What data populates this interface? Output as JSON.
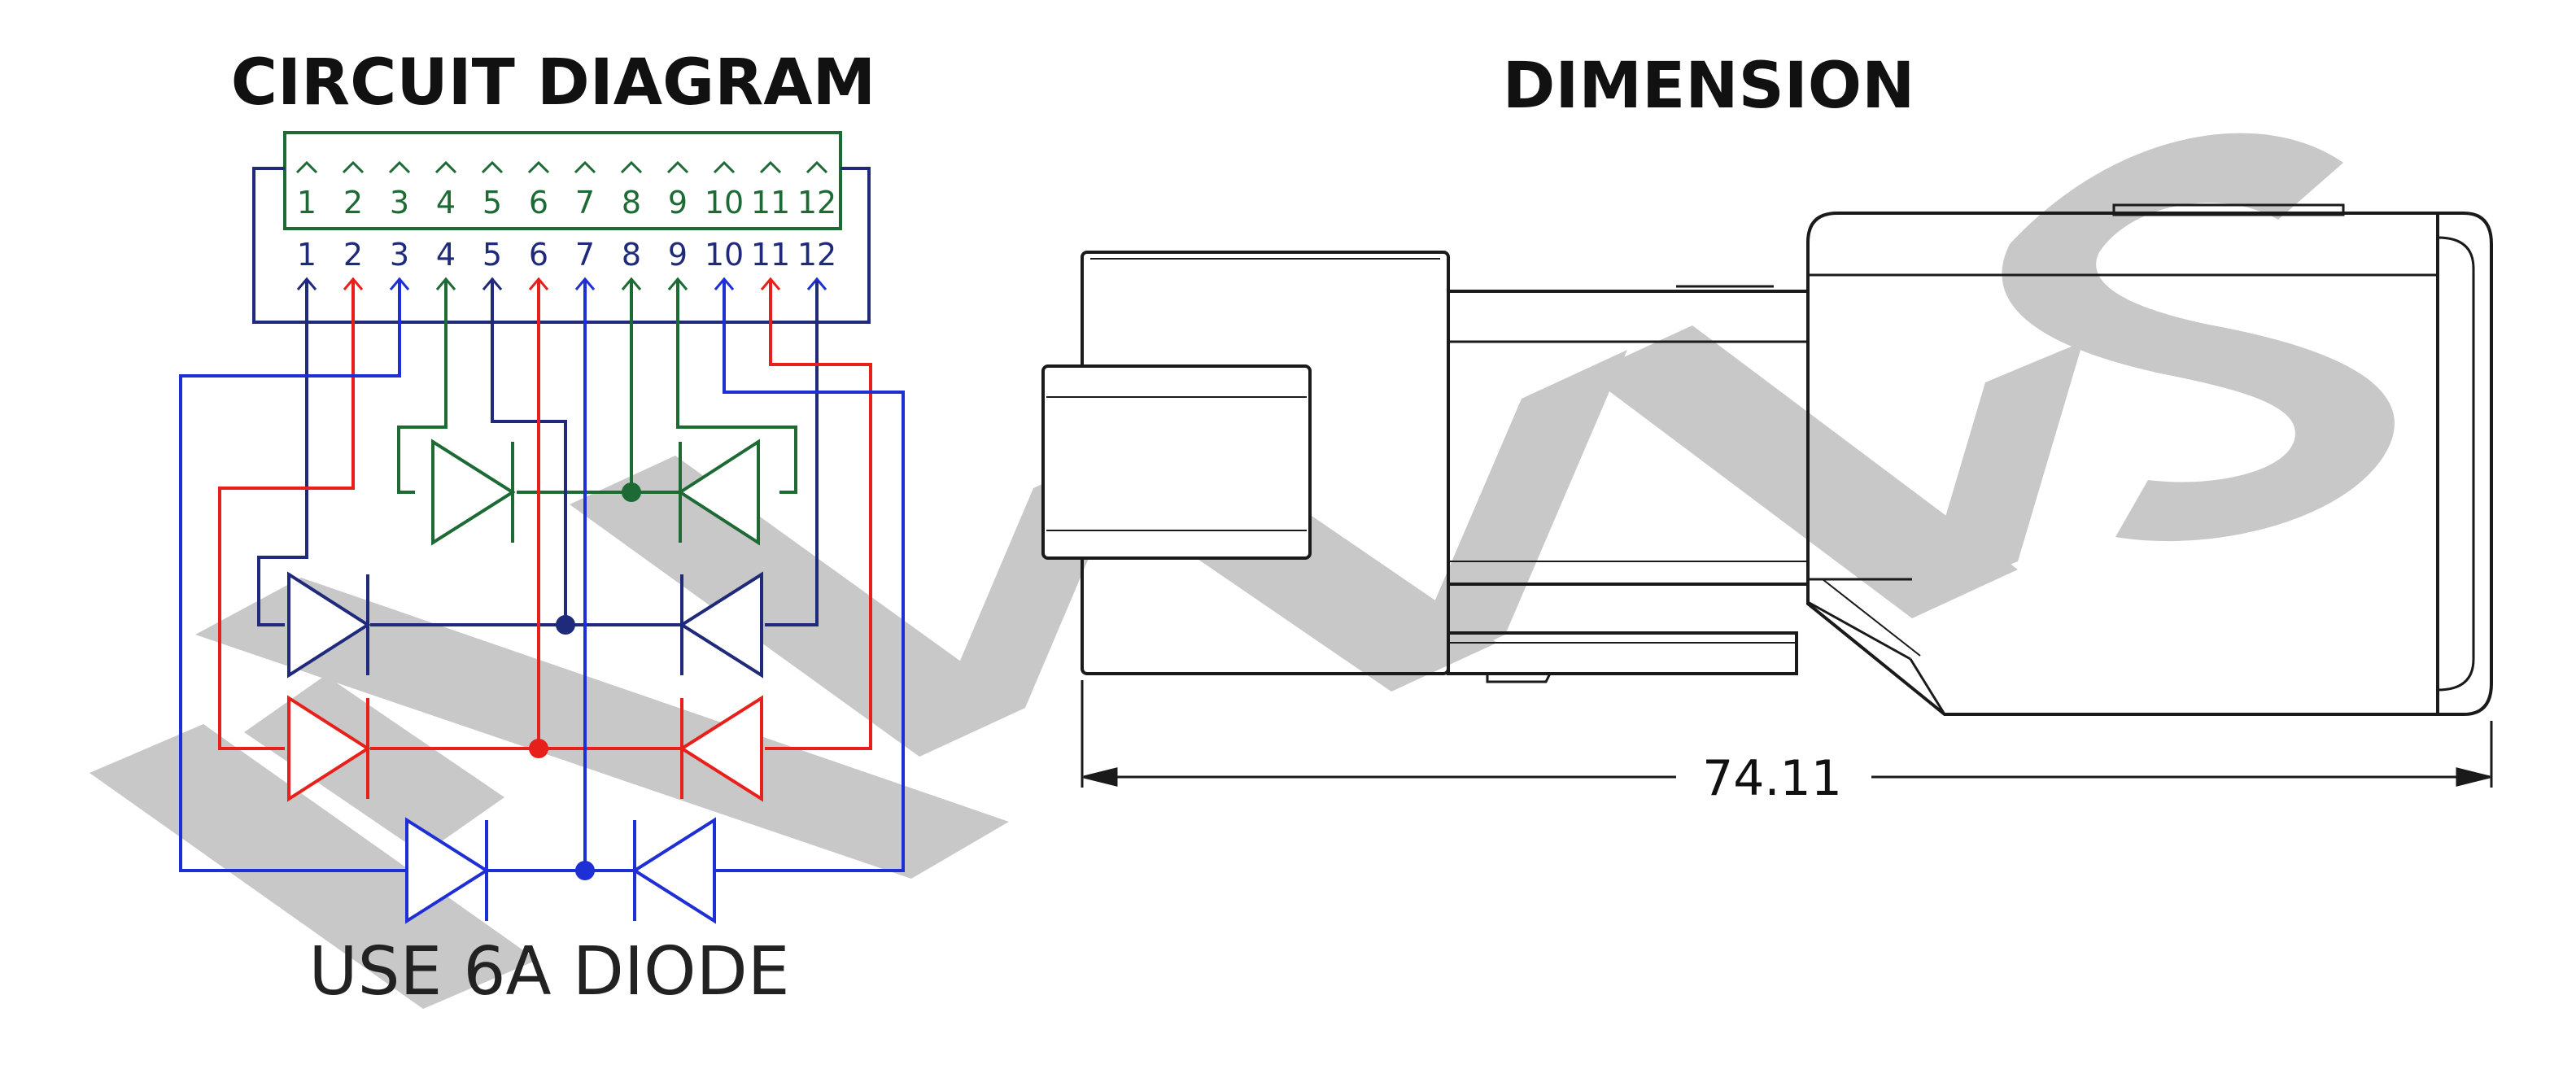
{
  "circuit": {
    "title": "CIRCUIT DIAGRAM",
    "note": "USE 6A DIODE",
    "pins_top": [
      "1",
      "2",
      "3",
      "4",
      "5",
      "6",
      "7",
      "8",
      "9",
      "10",
      "11",
      "12"
    ],
    "pins_bottom": [
      "1",
      "2",
      "3",
      "4",
      "5",
      "6",
      "7",
      "8",
      "9",
      "10",
      "11",
      "12"
    ]
  },
  "dimension": {
    "title": "DIMENSION",
    "length_label": "74.11"
  },
  "watermark": {
    "text": "HWMS"
  },
  "colors": {
    "navy": "#1f2a7a",
    "red": "#e8201c",
    "green": "#1d6a34",
    "blue": "#1f2fd6",
    "outline": "#1a1a1a",
    "watermark": "#c8c8c8"
  },
  "icons": {
    "diode": "diode-symbol-icon",
    "junction": "junction-dot-icon",
    "pin_arrow": "chevron-up-icon",
    "dimension_arrow": "dimension-arrow-icon"
  }
}
